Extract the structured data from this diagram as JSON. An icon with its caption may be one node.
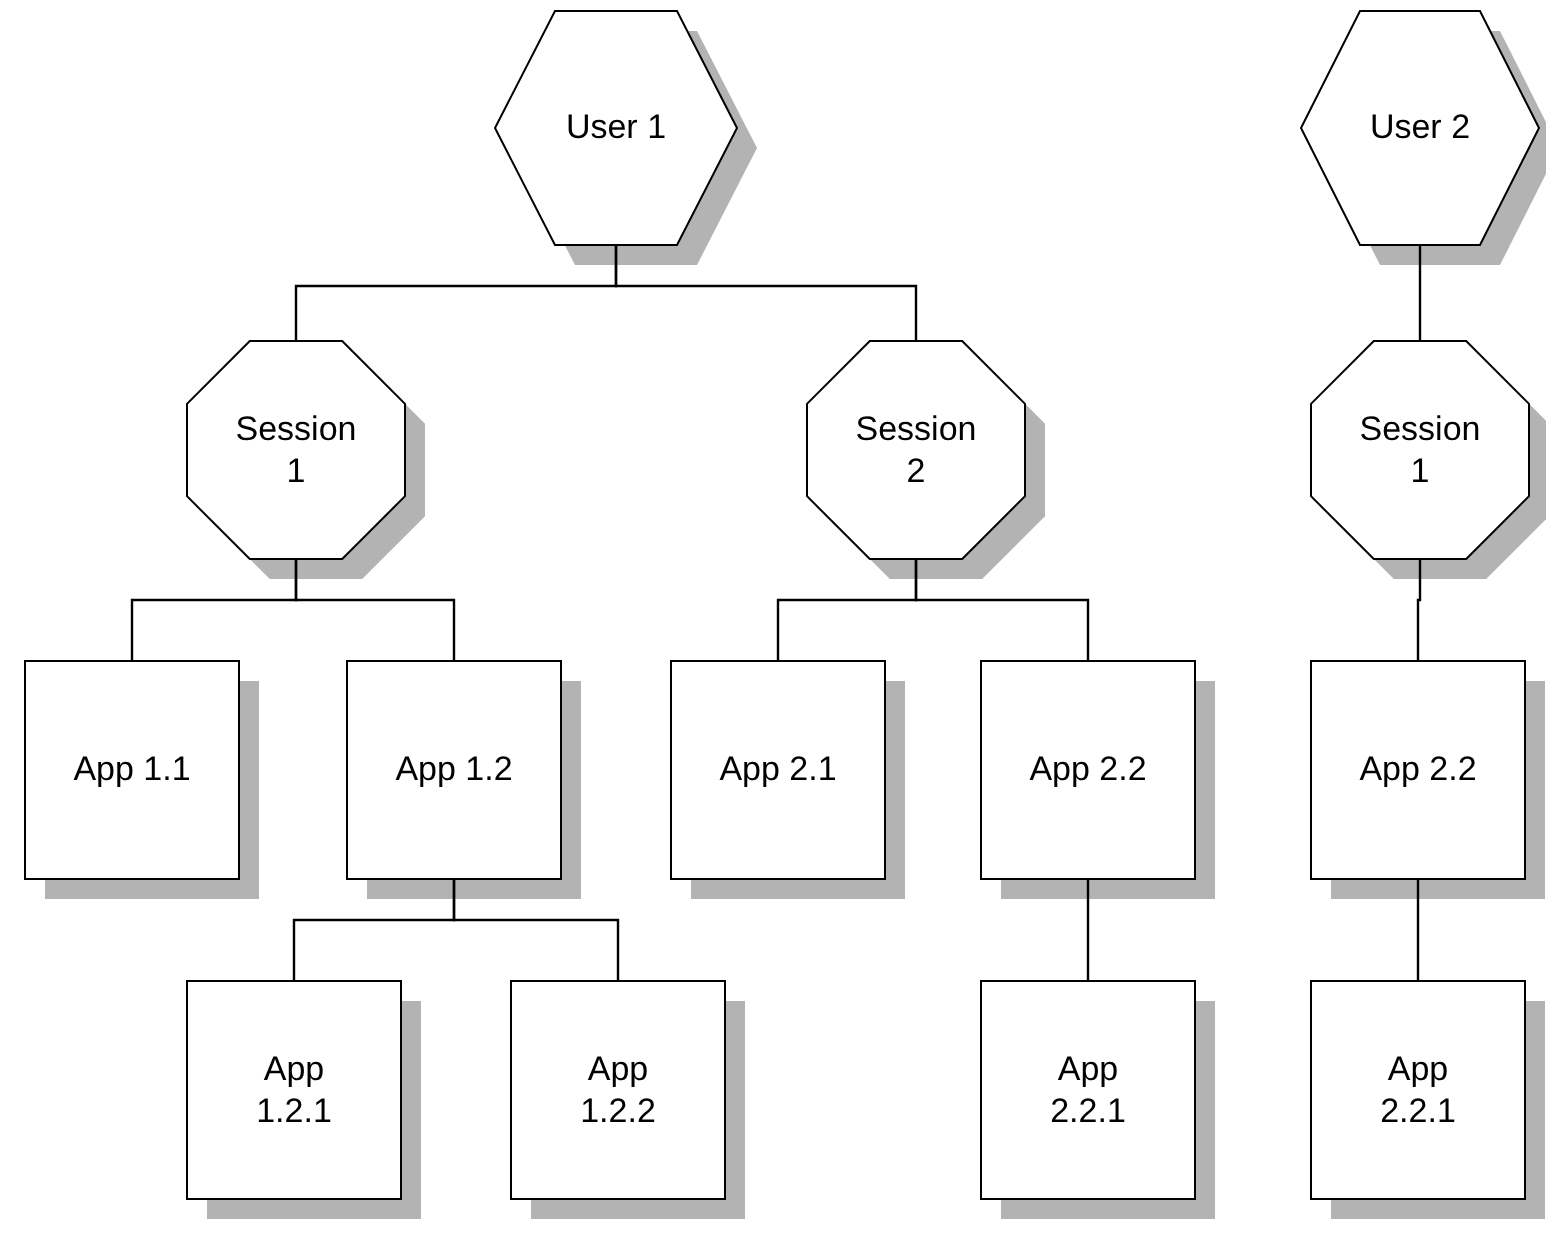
{
  "diagram": {
    "nodes": [
      {
        "text": [
          "User 1"
        ]
      },
      {
        "text": [
          "User 2"
        ]
      },
      {
        "text": [
          "Session 1"
        ]
      },
      {
        "text": [
          "Session 2"
        ]
      },
      {
        "text": [
          "Session 1"
        ]
      },
      {
        "text": [
          "App 1.1"
        ]
      },
      {
        "text": [
          "App 1.2"
        ]
      },
      {
        "text": [
          "App 2.1"
        ]
      },
      {
        "text": [
          "App 2.2"
        ]
      },
      {
        "text": [
          "App 2.2"
        ]
      },
      {
        "text": [
          "App 1.2.1"
        ]
      },
      {
        "text": [
          "App 1.2.2"
        ]
      },
      {
        "text": [
          "App 2.2.1"
        ]
      },
      {
        "text": [
          "App 2.2.1"
        ]
      }
    ],
    "edges": [
      {
        "from": 0,
        "to": 2,
        "arrow": "none"
      },
      {
        "from": 0,
        "to": 3,
        "arrow": "none"
      },
      {
        "from": 1,
        "to": 4,
        "arrow": "none"
      },
      {
        "from": 2,
        "to": 5,
        "arrow": "none"
      },
      {
        "from": 2,
        "to": 6,
        "arrow": "none"
      },
      {
        "from": 3,
        "to": 7,
        "arrow": "none"
      },
      {
        "from": 3,
        "to": 8,
        "arrow": "none"
      },
      {
        "from": 4,
        "to": 9,
        "arrow": "none"
      },
      {
        "from": 6,
        "to": 10,
        "arrow": "none"
      },
      {
        "from": 6,
        "to": 11,
        "arrow": "none"
      },
      {
        "from": 8,
        "to": 12,
        "arrow": "none"
      },
      {
        "from": 9,
        "to": 13,
        "arrow": "none"
      }
    ]
  }
}
